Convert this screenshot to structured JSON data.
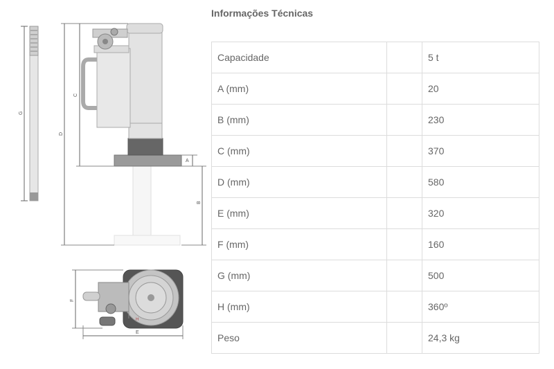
{
  "title": "Informações Técnicas",
  "specs": [
    {
      "label": "Capacidade",
      "value": "5 t"
    },
    {
      "label": "A (mm)",
      "value": "20"
    },
    {
      "label": "B (mm)",
      "value": "230"
    },
    {
      "label": "C (mm)",
      "value": "370"
    },
    {
      "label": "D (mm)",
      "value": "580"
    },
    {
      "label": "E (mm)",
      "value": "320"
    },
    {
      "label": "F (mm)",
      "value": "160"
    },
    {
      "label": "G (mm)",
      "value": "500"
    },
    {
      "label": "H (mm)",
      "value": "360º"
    },
    {
      "label": "Peso",
      "value": "24,3 kg"
    }
  ],
  "drawing_labels": {
    "a": "A",
    "b": "B",
    "c": "C",
    "d": "D",
    "e": "E",
    "f": "F",
    "g": "G",
    "h": "H"
  }
}
